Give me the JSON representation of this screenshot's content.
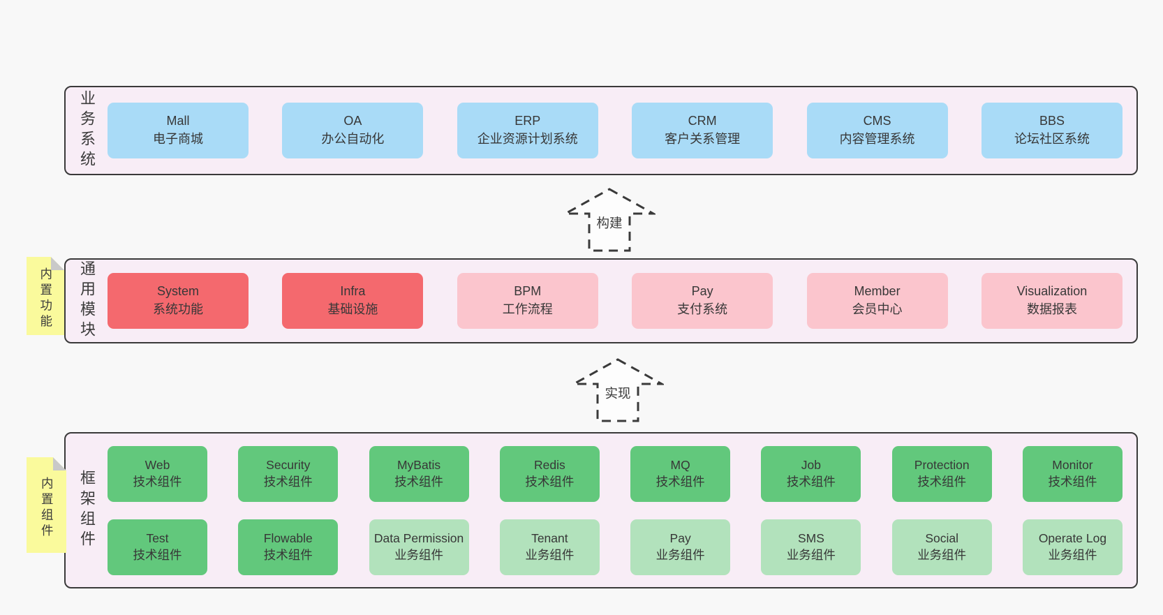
{
  "colors": {
    "page_background": "#f8f8f8",
    "panel_fill": "#f8edf6",
    "panel_border": "#3a3a3a",
    "box_blue": "#a9dbf7",
    "box_red": "#f4696e",
    "box_pink": "#fbc5cd",
    "box_green": "#62c87c",
    "box_green_light": "#b2e2bc",
    "sticky_yellow": "#fafa9c",
    "sticky_fold": "#c9c9c9",
    "text": "#3d3d3d"
  },
  "arrows": [
    {
      "label": "构建"
    },
    {
      "label": "实现"
    }
  ],
  "layers": [
    {
      "title": "业务系统",
      "boxes": [
        {
          "name": "Mall",
          "subtitle": "电子商城"
        },
        {
          "name": "OA",
          "subtitle": "办公自动化"
        },
        {
          "name": "ERP",
          "subtitle": "企业资源计划系统"
        },
        {
          "name": "CRM",
          "subtitle": "客户关系管理"
        },
        {
          "name": "CMS",
          "subtitle": "内容管理系统"
        },
        {
          "name": "BBS",
          "subtitle": "论坛社区系统"
        }
      ]
    },
    {
      "title": "通用模块",
      "sticky": "内置功能",
      "boxes": [
        {
          "name": "System",
          "subtitle": "系统功能"
        },
        {
          "name": "Infra",
          "subtitle": "基础设施"
        },
        {
          "name": "BPM",
          "subtitle": "工作流程"
        },
        {
          "name": "Pay",
          "subtitle": "支付系统"
        },
        {
          "name": "Member",
          "subtitle": "会员中心"
        },
        {
          "name": "Visualization",
          "subtitle": "数据报表"
        }
      ]
    },
    {
      "title": "框架组件",
      "sticky": "内置组件",
      "rows": [
        [
          {
            "name": "Web",
            "subtitle": "技术组件"
          },
          {
            "name": "Security",
            "subtitle": "技术组件"
          },
          {
            "name": "MyBatis",
            "subtitle": "技术组件"
          },
          {
            "name": "Redis",
            "subtitle": "技术组件"
          },
          {
            "name": "MQ",
            "subtitle": "技术组件"
          },
          {
            "name": "Job",
            "subtitle": "技术组件"
          },
          {
            "name": "Protection",
            "subtitle": "技术组件"
          },
          {
            "name": "Monitor",
            "subtitle": "技术组件"
          }
        ],
        [
          {
            "name": "Test",
            "subtitle": "技术组件"
          },
          {
            "name": "Flowable",
            "subtitle": "技术组件"
          },
          {
            "name": "Data Permission",
            "subtitle": "业务组件"
          },
          {
            "name": "Tenant",
            "subtitle": "业务组件"
          },
          {
            "name": "Pay",
            "subtitle": "业务组件"
          },
          {
            "name": "SMS",
            "subtitle": "业务组件"
          },
          {
            "name": "Social",
            "subtitle": "业务组件"
          },
          {
            "name": "Operate Log",
            "subtitle": "业务组件"
          }
        ]
      ]
    }
  ]
}
